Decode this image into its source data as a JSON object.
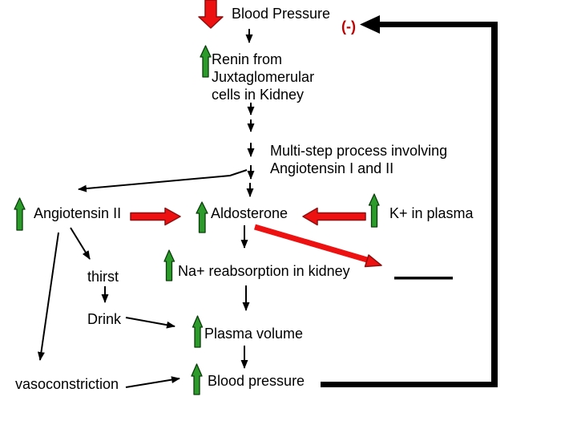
{
  "title": "Blood pressure regulation negative feedback diagram",
  "colors": {
    "red_arrow": "#ee1111",
    "red_arrow_border": "#8f0f0f",
    "green_arrow": "#2c9b2c",
    "green_arrow_border": "#0b3d0b",
    "negative_sign": "#c00000",
    "line": "#000000",
    "background": "#ffffff"
  },
  "nodes": {
    "blood_pressure_top": "Blood Pressure",
    "negative_feedback": "(-)",
    "renin": "Renin from\nJuxtaglomerular\ncells in Kidney",
    "multistep": "Multi-step process involving\nAngiotensin I and II",
    "angiotensin_ii": "Angiotensin II",
    "aldosterone": "Aldosterone",
    "k_in_plasma": "K+ in plasma",
    "na_reabsorption": "Na+ reabsorption in kidney",
    "thirst": "thirst",
    "drink": "Drink",
    "plasma_volume": "Plasma volume",
    "blood_pressure_bottom": "Blood pressure",
    "vasoconstriction": "vasoconstriction"
  }
}
